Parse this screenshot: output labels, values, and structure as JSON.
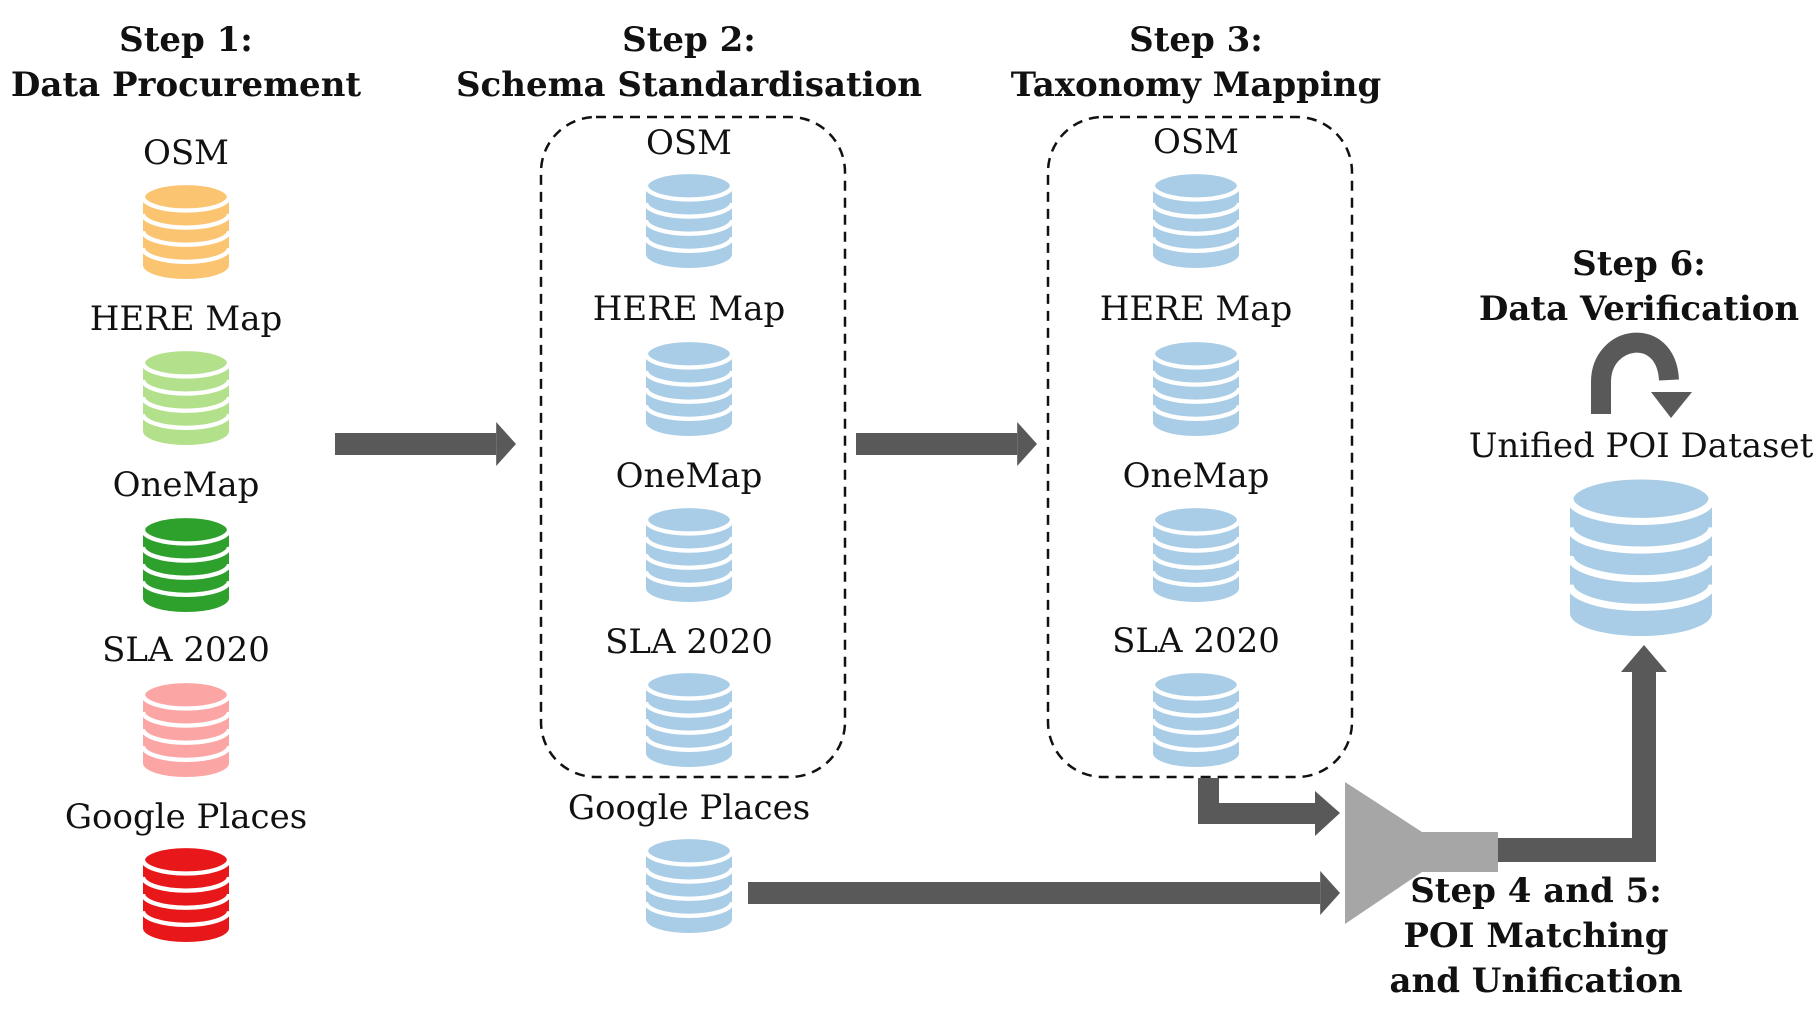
{
  "steps": [
    {
      "title": "Step 1:",
      "subtitle": "Data Procurement"
    },
    {
      "title": "Step 2:",
      "subtitle": "Schema Standardisation"
    },
    {
      "title": "Step 3:",
      "subtitle": "Taxonomy Mapping"
    },
    {
      "title": "Step 4 and 5:",
      "subtitle": "POI Matching",
      "subtitle2": "and Unification"
    },
    {
      "title": "Step 6:",
      "subtitle": "Data Verification"
    }
  ],
  "sources": [
    {
      "label": "OSM",
      "color": "#fbc470"
    },
    {
      "label": "HERE Map",
      "color": "#b3e08a"
    },
    {
      "label": "OneMap",
      "color": "#2ea02c"
    },
    {
      "label": "SLA 2020",
      "color": "#fca5a5"
    },
    {
      "label": "Google Places",
      "color": "#e8181a"
    }
  ],
  "step2_sources": [
    "OSM",
    "HERE Map",
    "OneMap",
    "SLA 2020",
    "Google Places"
  ],
  "step3_sources": [
    "OSM",
    "HERE Map",
    "OneMap",
    "SLA 2020"
  ],
  "unified_label": "Unified POI Dataset",
  "colors": {
    "standard_db": "#a9cde6",
    "arrow": "#595959",
    "funnel": "#a6a6a6"
  }
}
